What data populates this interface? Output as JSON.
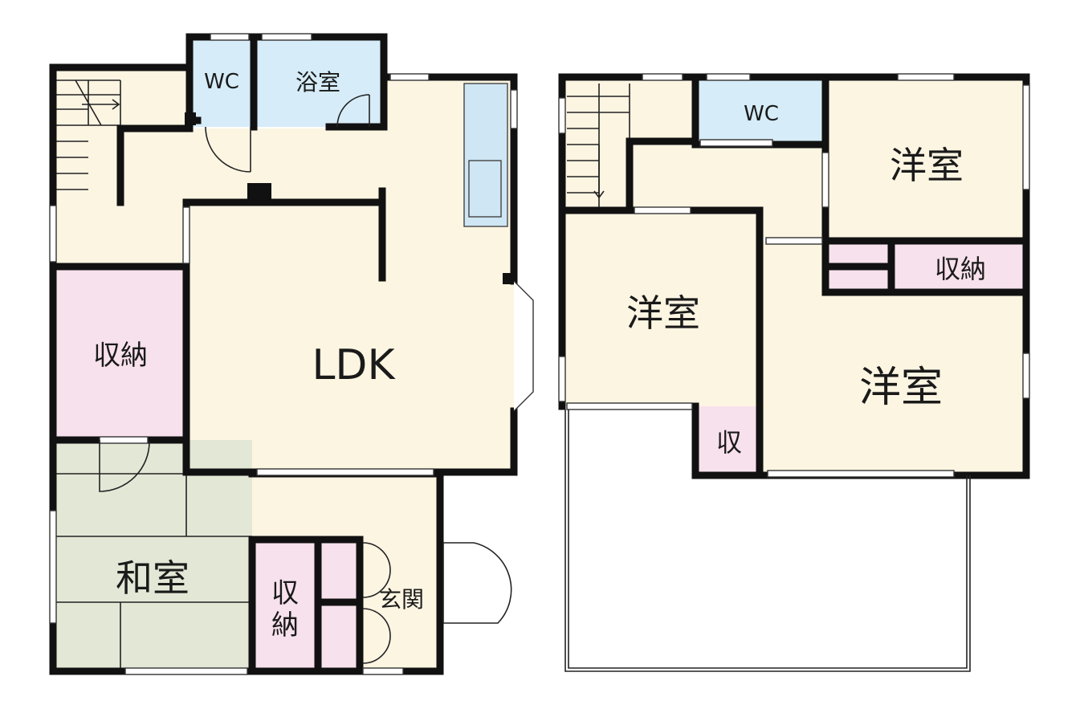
{
  "colors": {
    "floor": "#fcf5e2",
    "wet": "#d6ecf8",
    "storage": "#f7e1ec",
    "tatami": "#e3e7d6",
    "wall": "#111111",
    "kitchen": "#cfe6f4"
  },
  "floor1": {
    "wc": "WC",
    "bath": "浴室",
    "ldk": "LDK",
    "storage_a": "収納",
    "washitsu": "和室",
    "storage_b_top": "収",
    "storage_b_bottom": "納",
    "entrance": "玄関"
  },
  "floor2": {
    "wc": "WC",
    "room_ne": "洋室",
    "storage_e": "収納",
    "room_w": "洋室",
    "room_se": "洋室",
    "storage_small": "収"
  }
}
